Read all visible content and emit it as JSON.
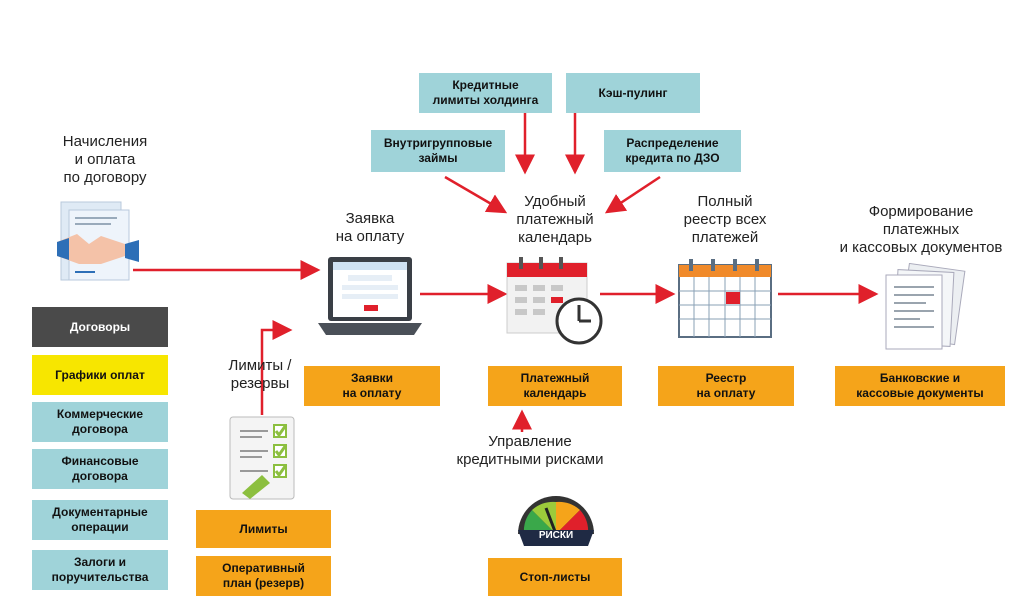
{
  "captions": {
    "accruals": "Начисления\nи оплата\nпо договору",
    "request": "Заявка\nна оплату",
    "calendar": "Удобный\nплатежный\nкалендарь",
    "registry": "Полный\nреестр всех\nплатежей",
    "documents": "Формирование\nплатежных\nи кассовых документов",
    "limits": "Лимиты /\nрезервы",
    "credit_risk": "Управление\nкредитными рисками"
  },
  "top_boxes": {
    "credit_limits": "Кредитные\nлимиты холдинга",
    "cash_pooling": "Кэш-пулинг",
    "intragroup_loans": "Внутригрупповые\nзаймы",
    "credit_distribution": "Распределение\nкредита по ДЗО"
  },
  "left_list": {
    "contracts": "Договоры",
    "payment_schedules": "Графики оплат",
    "commercial": "Коммерческие\nдоговора",
    "financial": "Финансовые\nдоговора",
    "documentary": "Документарные\nоперации",
    "collateral": "Залоги и\nпоручительства"
  },
  "orange_boxes": {
    "requests": "Заявки\nна оплату",
    "payment_calendar": "Платежный\nкалендарь",
    "registry": "Реестр\nна оплату",
    "bank_docs": "Банковские и\nкассовые документы",
    "limits": "Лимиты",
    "operational_plan": "Оперативный\nплан (резерв)",
    "stop_lists": "Стоп-листы"
  },
  "gauge_label": "РИСКИ",
  "colors": {
    "arrow": "#e0202b",
    "teal": "#9fd3d9",
    "orange": "#f5a41a",
    "yellow": "#f7e600",
    "dark": "#4a4a4a"
  },
  "icons": [
    "handshake-document-icon",
    "laptop-icon",
    "calendar-clock-icon",
    "calendar-grid-icon",
    "documents-stack-icon",
    "checklist-icon",
    "risk-gauge-icon"
  ]
}
